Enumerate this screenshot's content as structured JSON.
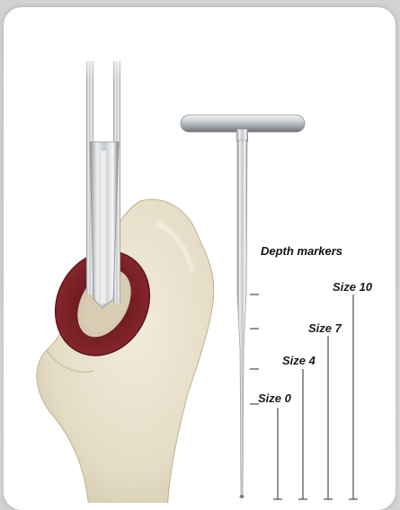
{
  "diagram": {
    "title": "Depth markers",
    "markers": [
      {
        "label": "Size 0"
      },
      {
        "label": "Size 4"
      },
      {
        "label": "Size 7"
      },
      {
        "label": "Size 10"
      }
    ]
  },
  "colors": {
    "background": "#d9d9d9",
    "card": "#ffffff",
    "bone": "#e7e1cd",
    "cut_surface": "#7d2228",
    "metal": "#b9bcc0",
    "marker_line": "#2a2a2a"
  },
  "icons": [
    "humeral-head-illustration",
    "t-handle-sounder-instrument",
    "osteotome-instrument"
  ]
}
